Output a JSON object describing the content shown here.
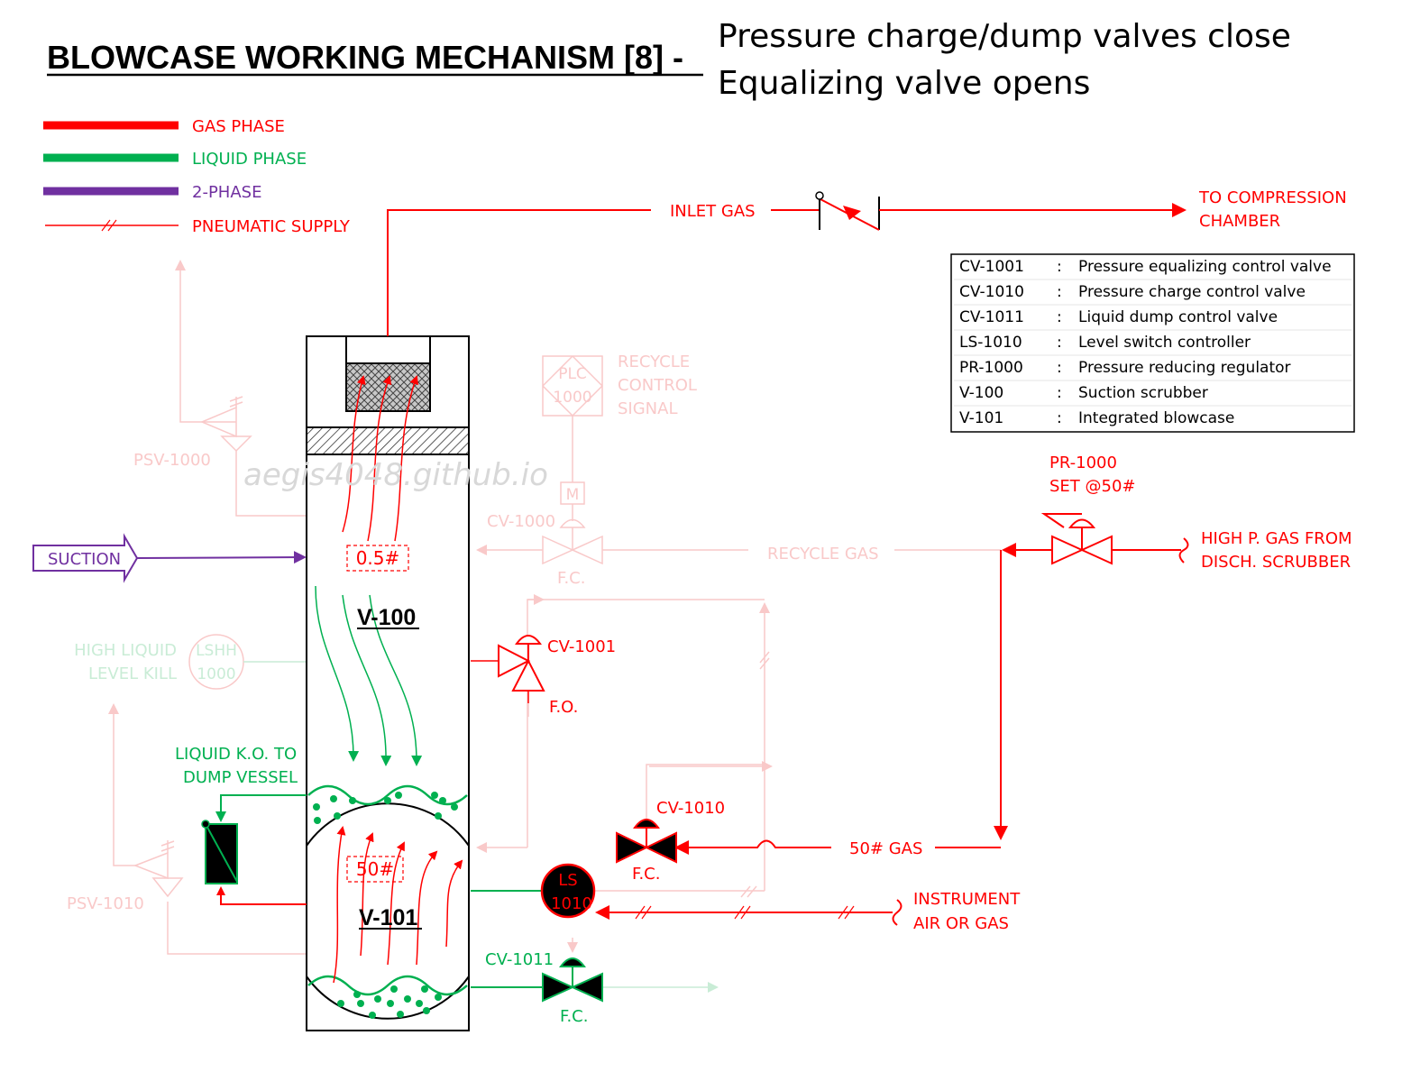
{
  "title": {
    "main": "BLOWCASE WORKING MECHANISM [8] -",
    "line1": "Pressure charge/dump valves close",
    "line2": "Equalizing valve opens"
  },
  "legend": {
    "gas": "GAS PHASE",
    "liquid": "LIQUID PHASE",
    "two_phase": "2-PHASE",
    "pneumatic": "PNEUMATIC SUPPLY"
  },
  "labels": {
    "inlet_gas": "INLET GAS",
    "to_comp_1": "TO COMPRESSION",
    "to_comp_2": "CHAMBER",
    "suction": "SUCTION",
    "p_top": "0.5#",
    "p_bottom": "50#",
    "v100": "V-100",
    "v101": "V-101",
    "cv1001": "CV-1001",
    "fo": "F.O.",
    "cv1010": "CV-1010",
    "fc_1010": "F.C.",
    "cv1011": "CV-1011",
    "fc_1011": "F.C.",
    "ls_1": "LS",
    "ls_2": "1010",
    "gas50": "50# GAS",
    "instr_1": "INSTRUMENT",
    "instr_2": "AIR OR GAS",
    "pr_1": "PR-1000",
    "pr_2": "SET @50#",
    "hp_1": "HIGH P. GAS FROM",
    "hp_2": "DISCH. SCRUBBER",
    "liq_ko_1": "LIQUID K.O. TO",
    "liq_ko_2": "DUMP VESSEL",
    "recycle_ctrl_1": "RECYCLE",
    "recycle_ctrl_2": "CONTROL",
    "recycle_ctrl_3": "SIGNAL",
    "plc_1": "PLC",
    "plc_2": "1000",
    "motor": "M",
    "cv1000": "CV-1000",
    "fc_1000": "F.C.",
    "recycle_gas": "RECYCLE GAS",
    "psv1000": "PSV-1000",
    "psv1010": "PSV-1010",
    "hll_1": "HIGH LIQUID",
    "hll_2": "LEVEL KILL",
    "lshh_1": "LSHH",
    "lshh_2": "1000",
    "watermark": "aegis4048.github.io"
  },
  "table": [
    {
      "tag": "CV-1001",
      "sep": ":",
      "desc": "Pressure equalizing control valve"
    },
    {
      "tag": "CV-1010",
      "sep": ":",
      "desc": "Pressure charge control valve"
    },
    {
      "tag": "CV-1011",
      "sep": ":",
      "desc": "Liquid dump control valve"
    },
    {
      "tag": "LS-1010",
      "sep": ":",
      "desc": "Level switch controller"
    },
    {
      "tag": "PR-1000",
      "sep": ":",
      "desc": "Pressure reducing regulator"
    },
    {
      "tag": "V-100",
      "sep": ":",
      "desc": "Suction scrubber"
    },
    {
      "tag": "V-101",
      "sep": ":",
      "desc": "Integrated blowcase"
    }
  ],
  "colors": {
    "gas": "#ff0000",
    "liquid": "#00b050",
    "two_phase": "#7030a0",
    "faded_gas": "#f9c9c9",
    "faded_liquid": "#c9ecd6",
    "black": "#000000"
  }
}
